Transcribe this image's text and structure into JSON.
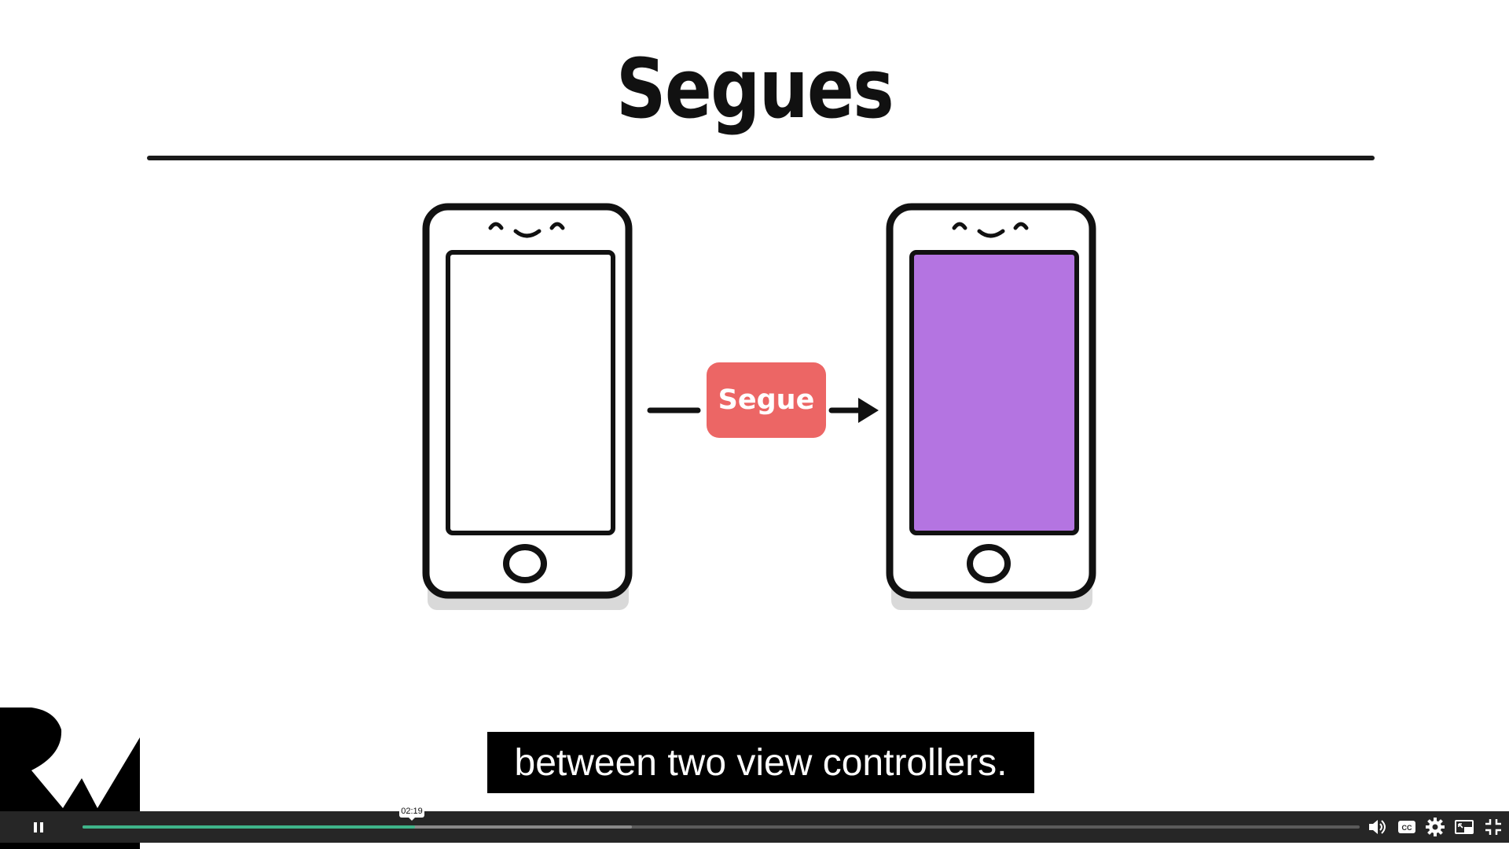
{
  "slide": {
    "title": "Segues",
    "segue_label": "Segue",
    "left_screen_color": "#ffffff",
    "right_screen_color": "#b474e1",
    "badge_color": "#ec6665"
  },
  "caption": {
    "text": "between two view controllers."
  },
  "player": {
    "time_tooltip": "02:19",
    "progress_played_fraction": 0.26,
    "progress_buffered_fraction": 0.43,
    "accent_color": "#3fb48a",
    "controls": {
      "play_pause": "pause-icon",
      "volume": "volume-icon",
      "captions": "cc-icon",
      "settings": "gear-icon",
      "pip": "picture-in-picture-icon",
      "fullscreen": "exit-fullscreen-icon"
    }
  }
}
